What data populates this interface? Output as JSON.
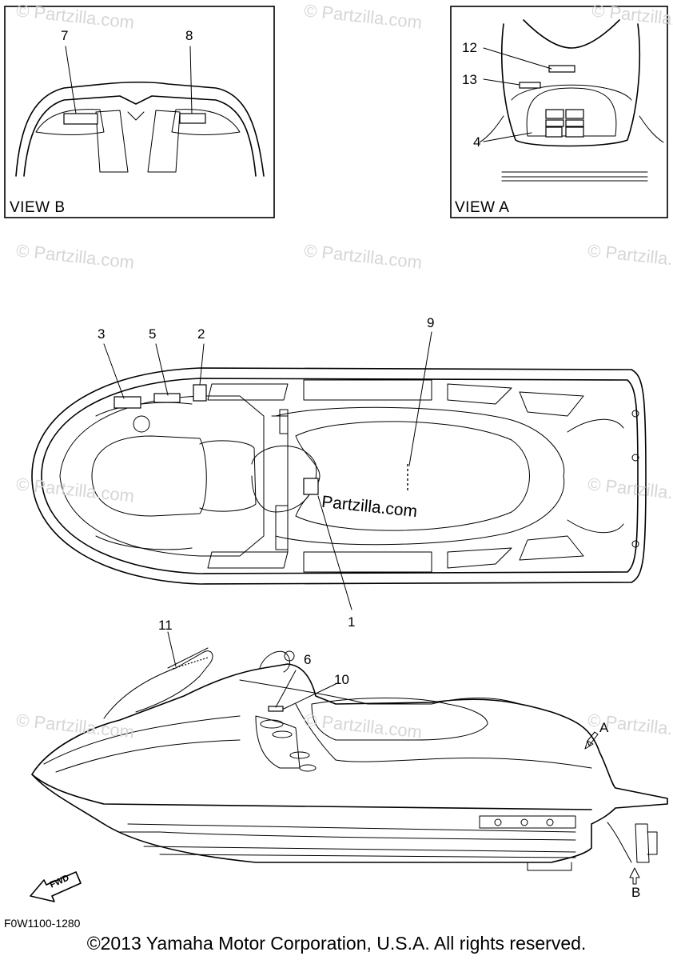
{
  "views": {
    "view_b": "VIEW B",
    "view_a": "VIEW A"
  },
  "callouts": [
    "1",
    "2",
    "3",
    "4",
    "5",
    "6",
    "7",
    "8",
    "9",
    "10",
    "11",
    "12",
    "13"
  ],
  "arrows": {
    "a": "A",
    "b": "B",
    "fwd": "FWD"
  },
  "watermark": "© Partzilla.com",
  "center_watermark": "Partzilla.com",
  "diagram_code": "F0W1100-1280",
  "copyright": "©2013  Yamaha Motor Corporation, U.S.A. All rights reserved."
}
